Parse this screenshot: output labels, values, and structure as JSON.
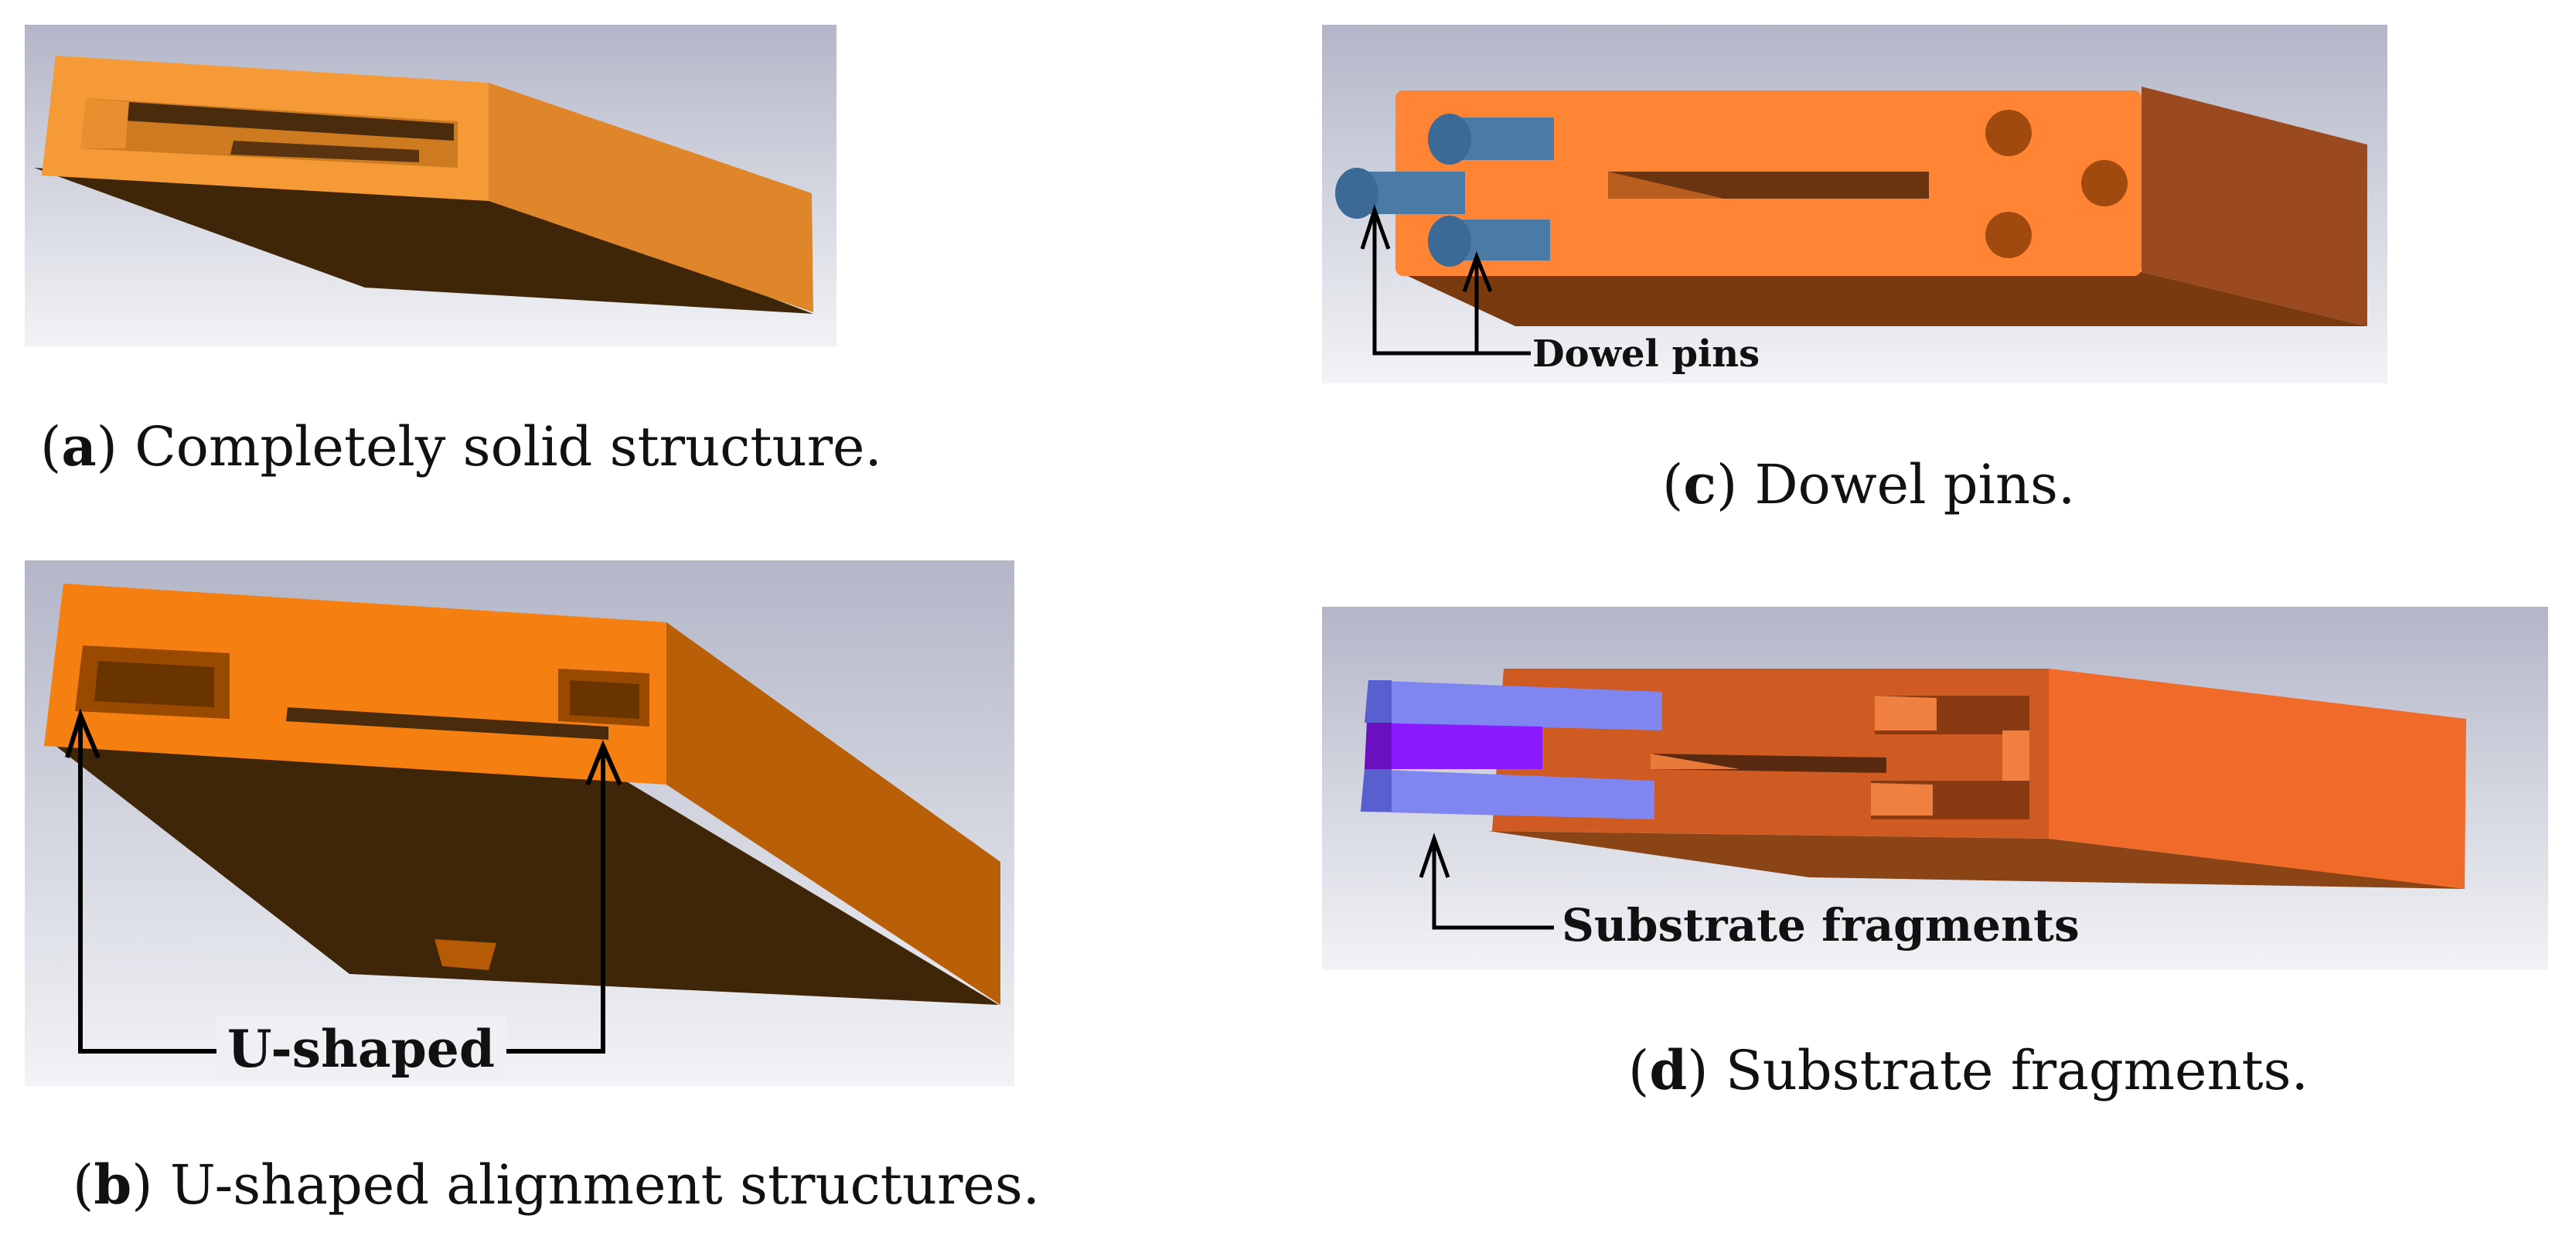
{
  "colors": {
    "background_top": "#b3b6c8",
    "background_bottom": "#eef0f4",
    "orange_top": "#ff8a2a",
    "orange_side": "#9b4d00",
    "orange_dark": "#3f2608",
    "pin_blue": "#4a7aa6",
    "substrate_blue": "#7f86f0",
    "substrate_purple": "#8a1aff"
  },
  "panels": {
    "a": {
      "caption_letter": "a",
      "caption_text": "Completely solid structure."
    },
    "b": {
      "caption_letter": "b",
      "caption_text": "U-shaped alignment structures.",
      "callout": "U-shaped"
    },
    "c": {
      "caption_letter": "c",
      "caption_text": "Dowel pins.",
      "callout": "Dowel pins"
    },
    "d": {
      "caption_letter": "d",
      "caption_text": "Substrate fragments.",
      "callout": "Substrate fragments"
    }
  }
}
